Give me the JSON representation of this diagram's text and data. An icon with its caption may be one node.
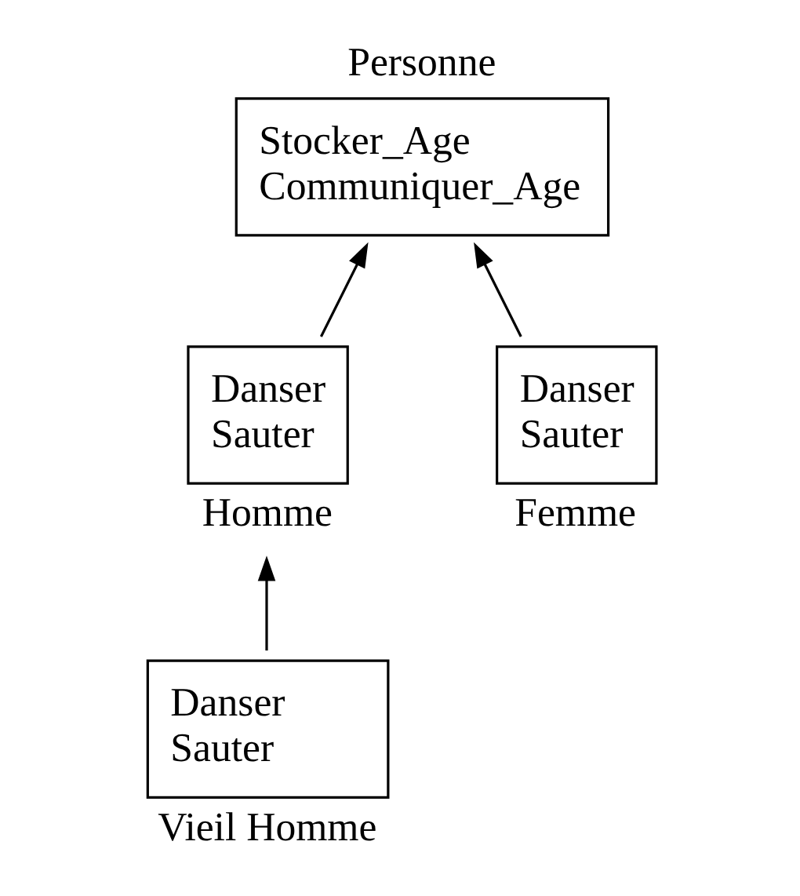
{
  "diagram": {
    "nodes": [
      {
        "text": [
          "Personne",
          "Stocker_Age",
          "Communiquer_Age"
        ]
      },
      {
        "text": [
          "Danser",
          "Sauter",
          "Homme"
        ]
      },
      {
        "text": [
          "Danser",
          "Sauter",
          "Femme"
        ]
      },
      {
        "text": [
          "Danser",
          "Sauter",
          "Vieil Homme"
        ]
      }
    ],
    "edges": [
      {
        "from": 1,
        "to": 0,
        "arrow": "to"
      },
      {
        "from": 2,
        "to": 0,
        "arrow": "to"
      },
      {
        "from": 3,
        "to": 1,
        "arrow": "to"
      }
    ]
  }
}
